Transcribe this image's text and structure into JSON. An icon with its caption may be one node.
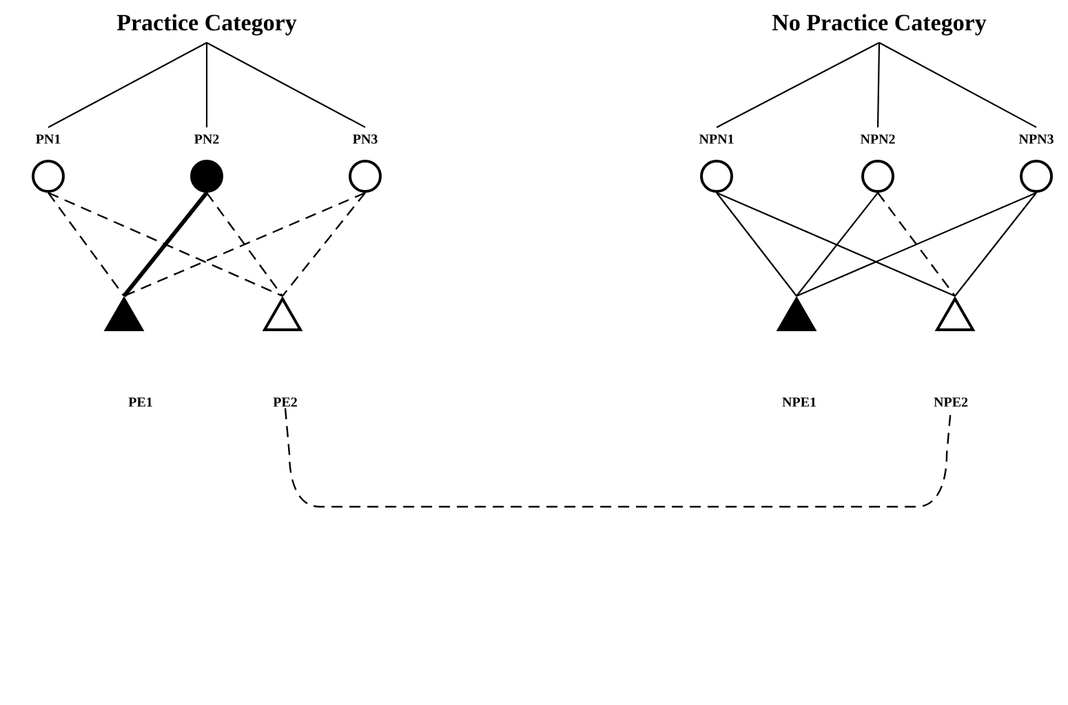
{
  "diagram": {
    "nodes": [
      {
        "text": [
          "Practice Category"
        ]
      },
      {
        "text": [
          "PN1"
        ]
      },
      {
        "text": [
          "PN2"
        ]
      },
      {
        "text": [
          "PN3"
        ]
      },
      {
        "text": [],
        "shape": "circle"
      },
      {
        "text": [],
        "shape": "circle"
      },
      {
        "text": [],
        "shape": "circle"
      },
      {
        "text": [],
        "shape": "triangle"
      },
      {
        "text": [],
        "shape": "triangle"
      },
      {
        "text": [
          "PE2"
        ]
      },
      {
        "text": [
          "No Practice Category"
        ]
      },
      {
        "text": [
          "NPN1"
        ]
      },
      {
        "text": [
          "NPN2"
        ]
      },
      {
        "text": [
          "NPN3"
        ]
      },
      {
        "text": [],
        "shape": "circle"
      },
      {
        "text": [],
        "shape": "circle"
      },
      {
        "text": [],
        "shape": "circle"
      },
      {
        "text": [],
        "shape": "triangle"
      },
      {
        "text": [],
        "shape": "triangle"
      },
      {
        "text": [
          "NPE2"
        ]
      }
    ],
    "edges": [
      {
        "from": 0,
        "to": 1,
        "arrow": "none"
      },
      {
        "from": 0,
        "to": 2,
        "arrow": "none"
      },
      {
        "from": 0,
        "to": 3,
        "arrow": "none"
      },
      {
        "from": 4,
        "to": 7,
        "arrow": "none",
        "style": "dashed"
      },
      {
        "from": 4,
        "to": 8,
        "arrow": "none",
        "style": "dashed"
      },
      {
        "from": 5,
        "to": 7,
        "arrow": "none",
        "style": "thick"
      },
      {
        "from": 5,
        "to": 8,
        "arrow": "none",
        "style": "dashed"
      },
      {
        "from": 6,
        "to": 7,
        "arrow": "none",
        "style": "dashed"
      },
      {
        "from": 6,
        "to": 8,
        "arrow": "none",
        "style": "dashed"
      },
      {
        "from": 10,
        "to": 11,
        "arrow": "none"
      },
      {
        "from": 10,
        "to": 12,
        "arrow": "none"
      },
      {
        "from": 10,
        "to": 13,
        "arrow": "none"
      },
      {
        "from": 14,
        "to": 17,
        "arrow": "none"
      },
      {
        "from": 14,
        "to": 18,
        "arrow": "none"
      },
      {
        "from": 15,
        "to": 17,
        "arrow": "none"
      },
      {
        "from": 15,
        "to": 18,
        "arrow": "none",
        "style": "dashed"
      },
      {
        "from": 16,
        "to": 17,
        "arrow": "none"
      },
      {
        "from": 16,
        "to": 18,
        "arrow": "none"
      },
      {
        "from": 9,
        "to": 19,
        "arrow": "none",
        "style": "dashed"
      }
    ],
    "labels": [
      "PE1",
      "NPE1"
    ]
  }
}
